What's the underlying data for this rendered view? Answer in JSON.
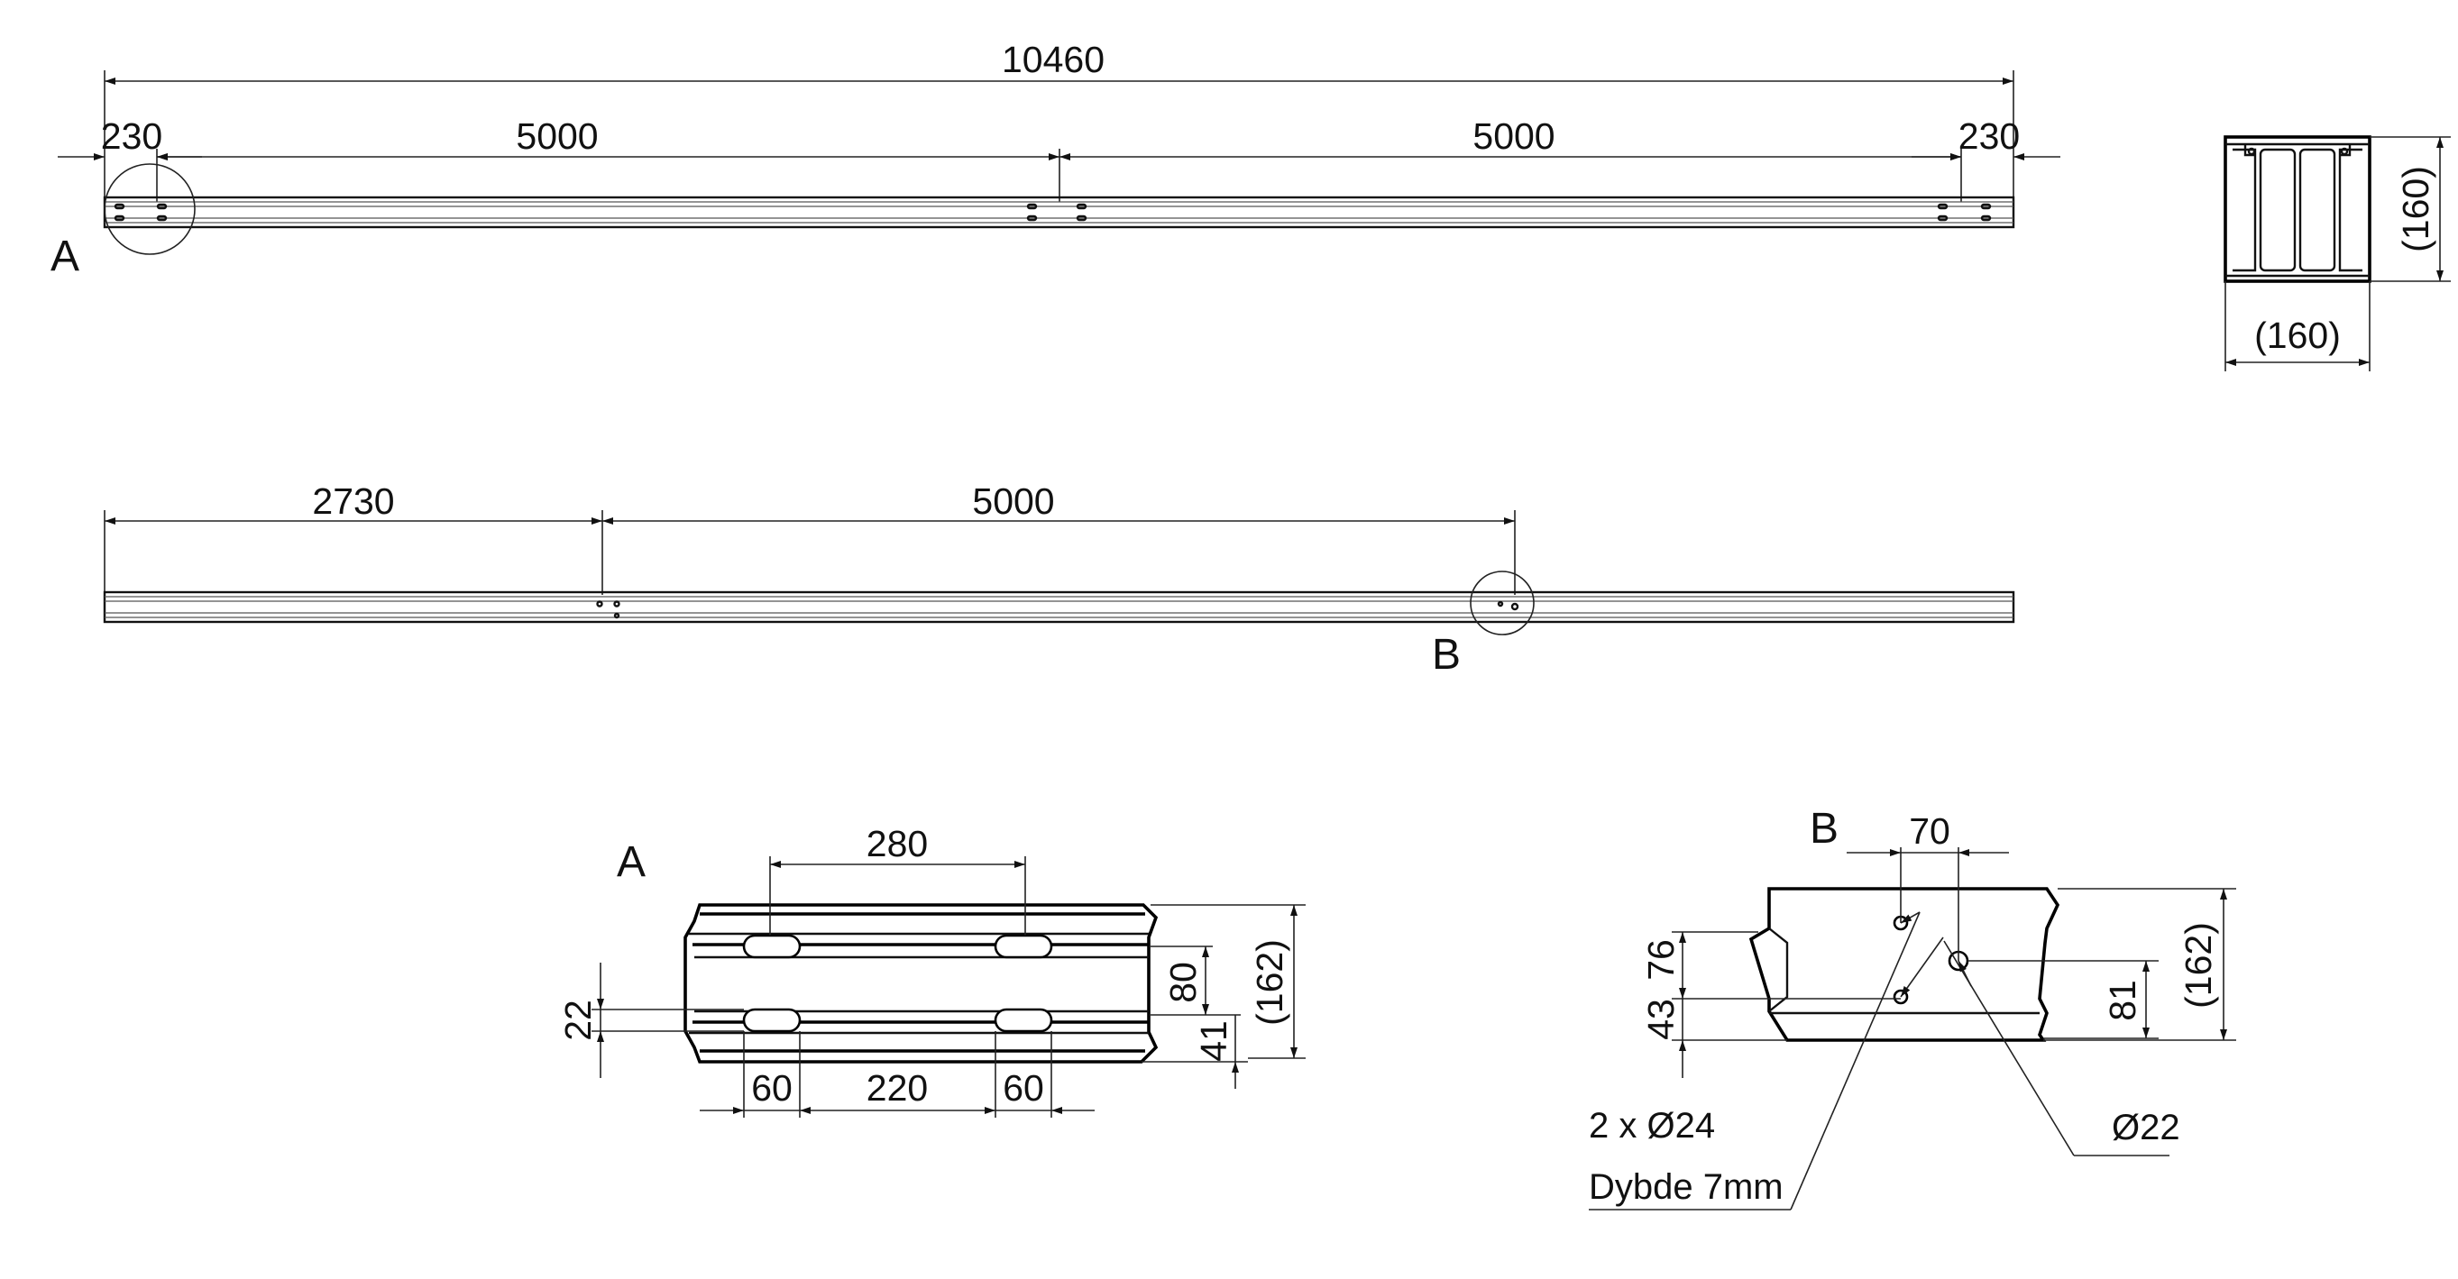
{
  "colors": {
    "line": "#111111",
    "background": "#ffffff"
  },
  "top_view": {
    "total_length": "10460",
    "segments": [
      "230",
      "5000",
      "5000",
      "230"
    ],
    "detail_marker": "A"
  },
  "section_view": {
    "height": "(160)",
    "width": "(160)"
  },
  "bottom_view": {
    "segments": [
      "2730",
      "5000"
    ],
    "detail_marker": "B"
  },
  "detail_a": {
    "label": "A",
    "slot_spacing": "280",
    "slot_length_left": "60",
    "slot_gap": "220",
    "slot_length_right": "60",
    "slot_height": "22",
    "upper_offset": "80",
    "lower_offset": "41",
    "profile_height": "(162)"
  },
  "detail_b": {
    "label": "B",
    "hole_offset": "70",
    "upper_offset": "76",
    "lower_offset": "43",
    "hole_height": "81",
    "profile_height": "(162)",
    "hole_count_note": "2 x Ø24",
    "depth_note": "Dybde 7mm",
    "hole_diameter": "Ø22"
  }
}
